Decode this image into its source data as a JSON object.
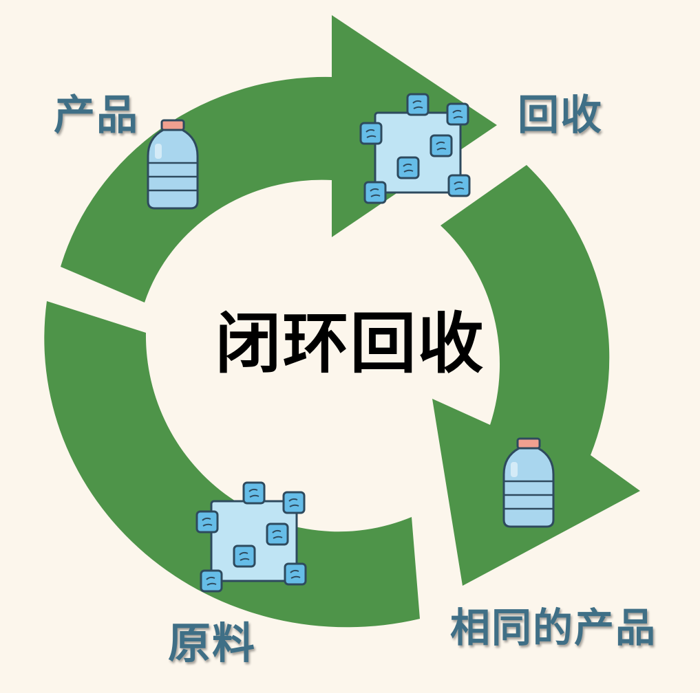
{
  "title": "闭环回收",
  "stages": {
    "product": "产品",
    "recycle": "回收",
    "same_product": "相同的产品",
    "raw_material": "原料"
  },
  "colors": {
    "background": "#fcf6ec",
    "arrow": "#4e9449",
    "label": "#3f6f86",
    "title": "#000000",
    "bottle_body": "#a9d6ee",
    "bottle_cap": "#f0a090",
    "flake": "#66bde8",
    "outline": "#2e4a5e"
  },
  "icons": [
    "water-bottle-icon",
    "plastic-flakes-icon",
    "water-bottle-icon",
    "plastic-flakes-icon"
  ]
}
